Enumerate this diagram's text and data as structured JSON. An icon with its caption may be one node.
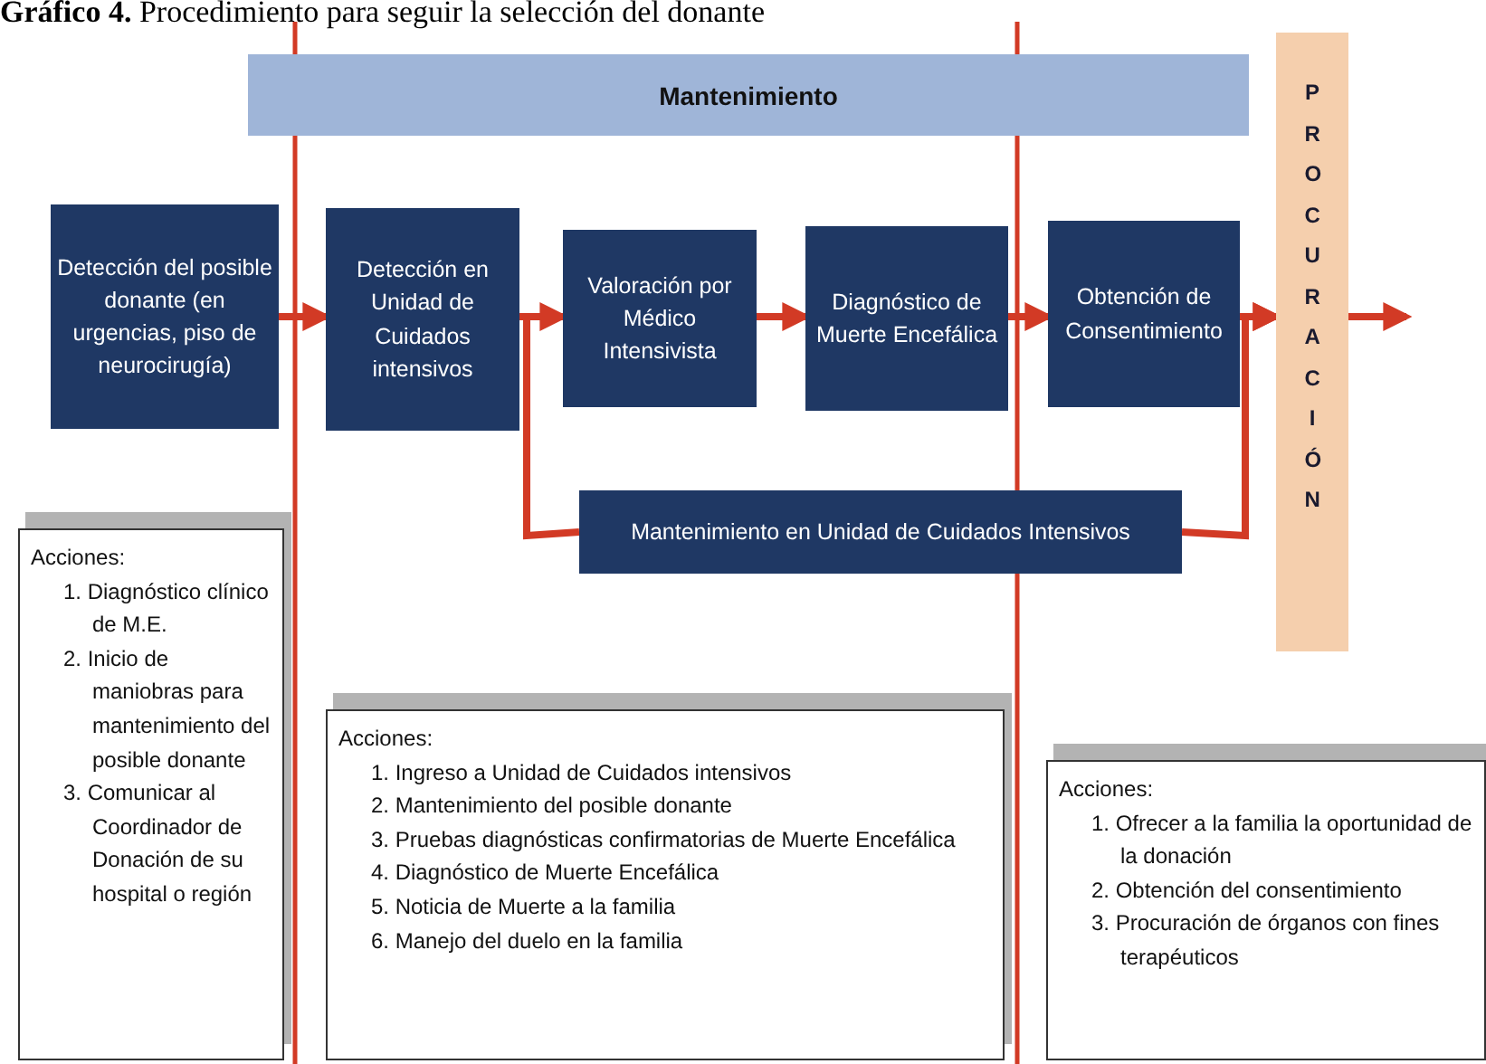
{
  "diagram": {
    "title": "**Gráfico 4.** Procedimiento para seguir la selección del donante",
    "nodes": [
      {
        "text": [
          "Mantenimiento"
        ]
      },
      {
        "text": [
          "PROCURACIÓN"
        ]
      },
      {
        "text": [
          "Detección del posible donante (en urgencias, piso de neurocirugía)"
        ]
      },
      {
        "text": [
          "Detección en Unidad de Cuidados intensivos"
        ]
      },
      {
        "text": [
          "Valoración por Médico Intensivista"
        ]
      },
      {
        "text": [
          "Diagnóstico de Muerte Encefálica"
        ]
      },
      {
        "text": [
          "Obtención de Consentimiento"
        ]
      },
      {
        "text": [
          "Mantenimiento en Unidad de Cuidados Intensivos"
        ]
      },
      {
        "text": [
          "Acciones:",
          "1. Diagnóstico clínico de M.E.",
          "2. Inicio de maniobras para mantenimiento del posible donante",
          "3. Comunicar al Coordinador de Donación de su hospital o región"
        ]
      },
      {
        "text": [
          "Acciones:",
          "1. Ingreso a Unidad de Cuidados intensivos",
          "2. Mantenimiento del posible donante",
          "3. Pruebas diagnósticas confirmatorias de Muerte Encefálica",
          "4. Diagnóstico de Muerte Encefálica",
          "5. Noticia de Muerte a la familia",
          "6. Manejo del duelo en la familia"
        ]
      },
      {
        "text": [
          "Acciones:",
          "1. Ofrecer a la familia la oportunidad de la donación",
          "2. Obtención del consentimiento",
          "3. Procuración de órganos con fines terapéuticos"
        ]
      }
    ],
    "edges": [
      {
        "from": 2,
        "to": 3,
        "arrow": "to"
      },
      {
        "from": 3,
        "to": 4,
        "arrow": "to"
      },
      {
        "from": 4,
        "to": 5,
        "arrow": "to"
      },
      {
        "from": 5,
        "to": 6,
        "arrow": "to"
      },
      {
        "from": 6,
        "to": 1,
        "arrow": "to"
      },
      {
        "from": 3,
        "to": 7,
        "arrow": "none"
      },
      {
        "from": 7,
        "to": 1,
        "arrow": "to"
      },
      {
        "from": 1,
        "to": null,
        "arrow": "to"
      }
    ]
  }
}
